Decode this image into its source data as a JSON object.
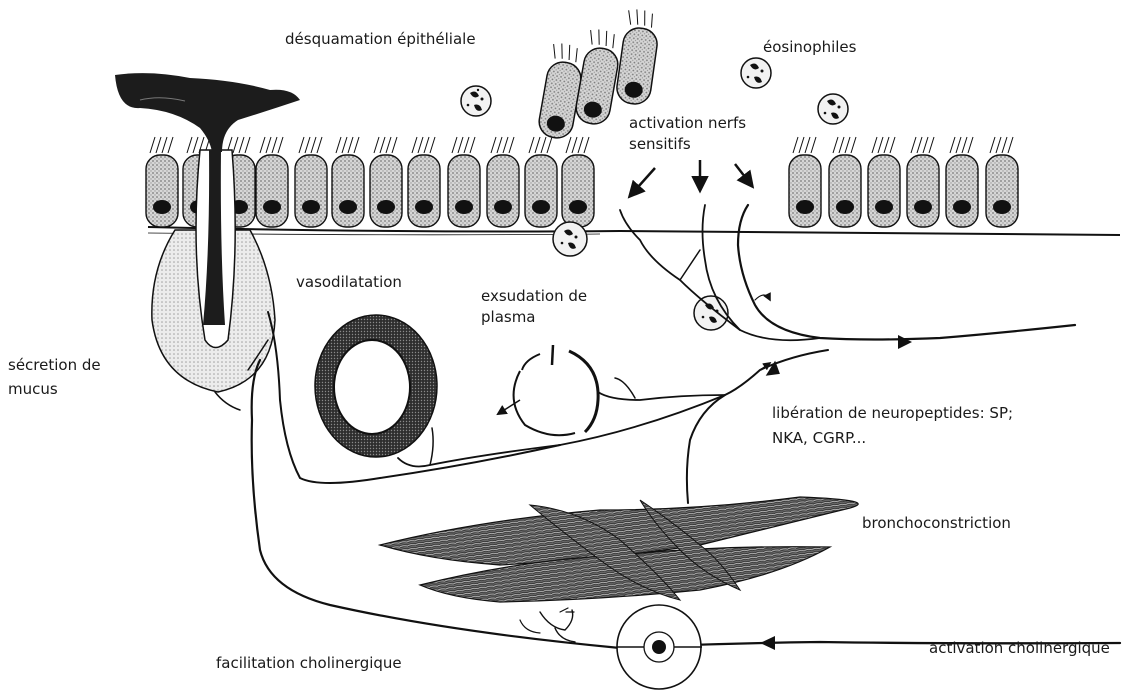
{
  "labels": {
    "desquamation": "désquamation épithéliale",
    "eosinophiles": "éosinophiles",
    "activation_nerfs_l1": "activation nerfs",
    "activation_nerfs_l2": "sensitifs",
    "vasodilatation": "vasodilatation",
    "exsudation_l1": "exsudation de",
    "exsudation_l2": "plasma",
    "secretion_l1": "sécretion de",
    "secretion_l2": "mucus",
    "liberation_l1": "libération de neuropeptides: SP;",
    "liberation_l2": "NKA, CGRP...",
    "bronchoconstriction": "bronchoconstriction",
    "activation_cholinergique": "activation cholinergique",
    "facilitation_cholinergique": "facilitation cholinergique"
  },
  "colors": {
    "ink": "#111111",
    "cell_fill": "#c7c7c7",
    "gland_fill": "#e2e2e2",
    "vessel_ring": "#3a3a3a",
    "muscle": "#2b2b2b"
  }
}
